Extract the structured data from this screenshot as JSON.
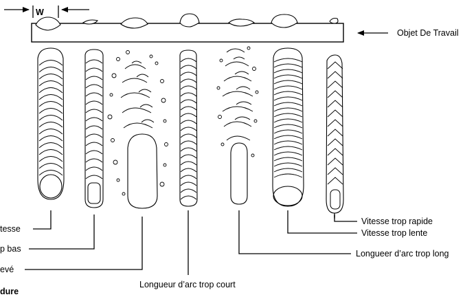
{
  "width_marker": {
    "label": "W"
  },
  "workpiece": {
    "label": "Objet De Travail"
  },
  "labels": {
    "speed_partial": "tesse",
    "bead_2_partial": "p bas",
    "bead_3_partial": "evé",
    "arc_too_short": "Longueur d’arc trop court",
    "arc_too_long": "Longueer d’arc trop long",
    "speed_too_slow": "Vitesse trop lente",
    "speed_too_fast": "Vitesse trop rapide",
    "bottom_bold_partial": "dure"
  }
}
